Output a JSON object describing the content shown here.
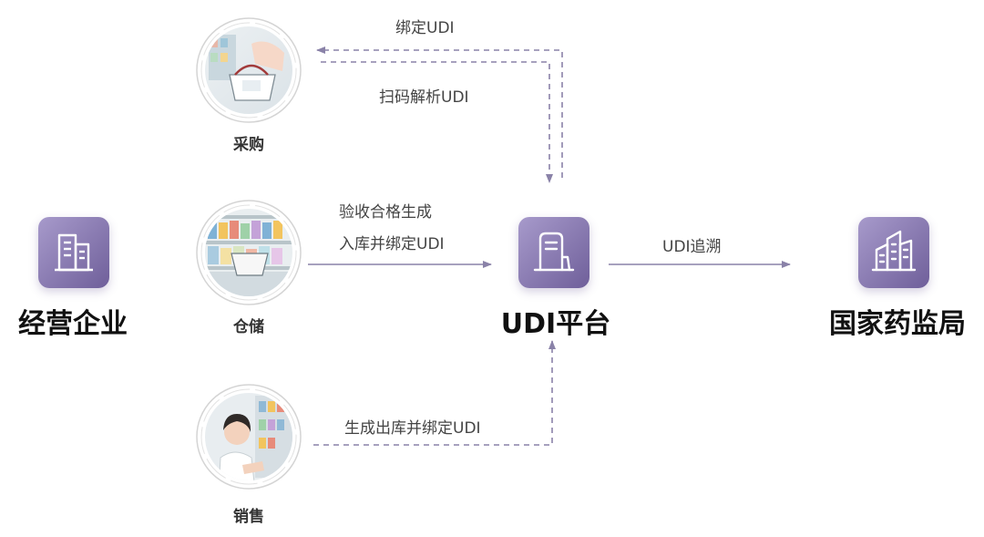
{
  "nodes": {
    "enterprise": {
      "label": "经营企业"
    },
    "platform": {
      "label": "UDI平台"
    },
    "regulator": {
      "label": "国家药监局"
    }
  },
  "steps": {
    "purchase": {
      "label": "采购"
    },
    "storage": {
      "label": "仓储"
    },
    "sales": {
      "label": "销售"
    }
  },
  "flows": {
    "bind_udi": "绑定UDI",
    "scan_parse": "扫码解析UDI",
    "inspect_line1": "验收合格生成",
    "inspect_line2": "入库并绑定UDI",
    "trace": "UDI追溯",
    "outbound": "生成出库并绑定UDI"
  },
  "colors": {
    "accent": "#7b6ca8",
    "tile_light": "#a79acb",
    "tile_dark": "#6f5f9a",
    "connector": "#8a82a8"
  }
}
